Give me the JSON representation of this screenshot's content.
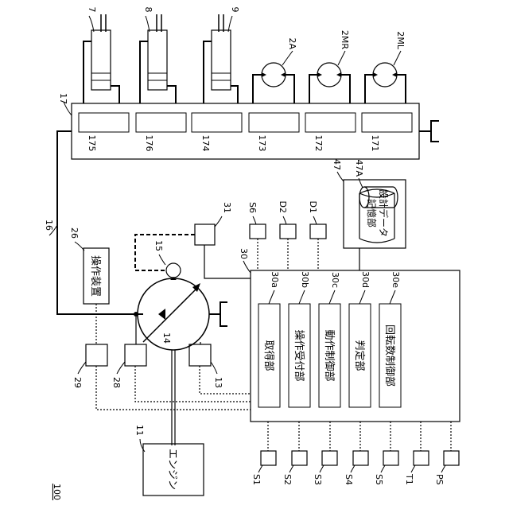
{
  "figure_ref": "100",
  "labels": {
    "engine_ref": "11",
    "engine_text": "エンジン",
    "pump_ref": "14",
    "pilot_pump_ref": "15",
    "pilot_line_ref": "16",
    "valve_block_ref": "17",
    "operation_device_ref": "26",
    "operation_device_text": "操作装置",
    "sensor_28": "28",
    "sensor_29": "29",
    "sensor_13": "13",
    "controller_ref": "30",
    "valve_31": "31",
    "storage_ref": "47",
    "storage_sub_ref": "47A",
    "storage_line1": "設計データ",
    "storage_line2": "記憶部",
    "cyl_7": "7",
    "cyl_8": "8",
    "cyl_9": "9",
    "motor_2A": "2A",
    "motor_2MR": "2MR",
    "motor_2ML": "2ML",
    "spool_175": "175",
    "spool_176": "176",
    "spool_174": "174",
    "spool_173": "173",
    "spool_172": "172",
    "spool_171": "171",
    "S6": "S6",
    "D2": "D2",
    "D1": "D1",
    "S1": "S1",
    "S2": "S2",
    "S3": "S3",
    "S4": "S4",
    "S5": "S5",
    "T1": "T1",
    "PS": "PS"
  },
  "modules": [
    {
      "ref": "30a",
      "text": "取得部"
    },
    {
      "ref": "30b",
      "text": "操作受付部"
    },
    {
      "ref": "30c",
      "text": "動作制御部"
    },
    {
      "ref": "30d",
      "text": "判定部"
    },
    {
      "ref": "30e",
      "text": "回転数制御部"
    }
  ]
}
